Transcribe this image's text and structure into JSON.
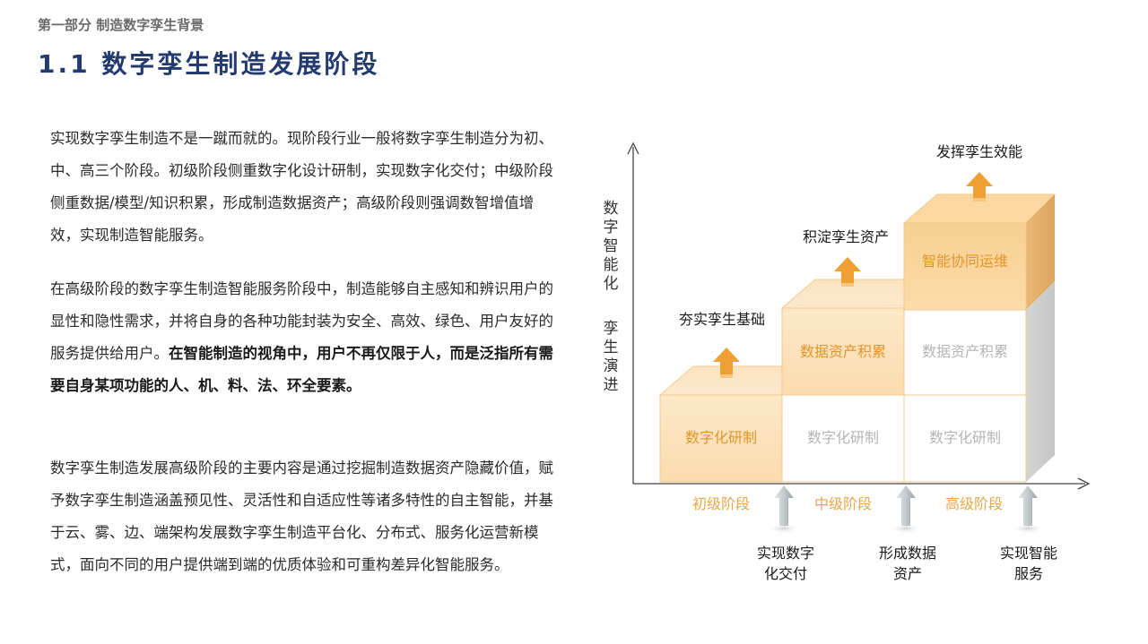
{
  "header": {
    "section": "第一部分 制造数字孪生背景",
    "title": "1.1 数字孪生制造发展阶段"
  },
  "paragraphs": {
    "p1": "实现数字孪生制造不是一蹴而就的。现阶段行业一般将数字孪生制造分为初、中、高三个阶段。初级阶段侧重数字化设计研制，实现数字化交付；中级阶段侧重数据/模型/知识积累，形成制造数据资产；高级阶段则强调数智增值增效，实现制造智能服务。",
    "p2_normal": "在高级阶段的数字孪生制造智能服务阶段中，制造能够自主感知和辨识用户的显性和隐性需求，并将自身的各种功能封装为安全、高效、绿色、用户友好的服务提供给用户。",
    "p2_bold": "在智能制造的视角中，用户不再仅限于人，而是泛指所有需要自身某项功能的人、机、料、法、环全要素。",
    "p3": "数字孪生制造发展高级阶段的主要内容是通过挖掘制造数据资产隐藏价值，赋予数字孪生制造涵盖预见性、灵活性和自适应性等诸多特性的自主智能，并基于云、雾、边、端架构发展数字孪生制造平台化、分布式、服务化运营新模式，面向不同的用户提供端到端的优质体验和可重构差异化智能服务。"
  },
  "diagram": {
    "y_axis_chars_top": [
      "数",
      "字",
      "智",
      "能",
      "化"
    ],
    "y_axis_chars_bottom": [
      "孪",
      "生",
      "演",
      "进"
    ],
    "blocks": {
      "b1": "数字化研制",
      "b2_bottom": "数字化研制",
      "b2_top": "数据资产积累",
      "b3_bottom": "数字化研制",
      "b3_middle": "数据资产积累",
      "b3_top": "智能协同运维"
    },
    "step_labels": {
      "s1": "夯实孪生基础",
      "s2": "积淀孪生资产",
      "s3": "发挥孪生效能"
    },
    "stages": {
      "st1": "初级阶段",
      "st2": "中级阶段",
      "st3": "高级阶段"
    },
    "outcomes": {
      "o1_line1": "实现数字",
      "o1_line2": "化交付",
      "o2_line1": "形成数据",
      "o2_line2": "资产",
      "o3_line1": "实现智能",
      "o3_line2": "服务"
    },
    "colors": {
      "orange_text": "#e0962e",
      "gray_text": "#b5b5b5",
      "arrow_orange": "#eea032",
      "arrow_gray": "#c9cfd3"
    }
  }
}
